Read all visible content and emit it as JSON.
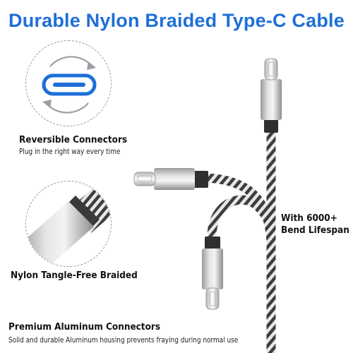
{
  "title": "Durable Nylon Braided Type-C Cable",
  "title_color": "#1e6fd9",
  "features": {
    "reversible": {
      "title": "Reversible Connectors",
      "subtitle": "Plug in the right way every time"
    },
    "braided": {
      "title": "Nylon Tangle-Free Braided"
    },
    "aluminum": {
      "title": "Premium Aluminum Connectors",
      "subtitle": "Solid and durable Aluminum housing prevents fraying during normal use"
    },
    "bend": {
      "line1": "With 6000+",
      "line2": "Bend Lifespan"
    }
  },
  "icons": [
    "reversible-arrows-icon",
    "usb-c-port-icon"
  ],
  "colors": {
    "accent": "#1e6fd9",
    "braid_dark": "#3a3a3a",
    "braid_light": "#e6e6e6",
    "aluminum": "#c8c8c8"
  }
}
